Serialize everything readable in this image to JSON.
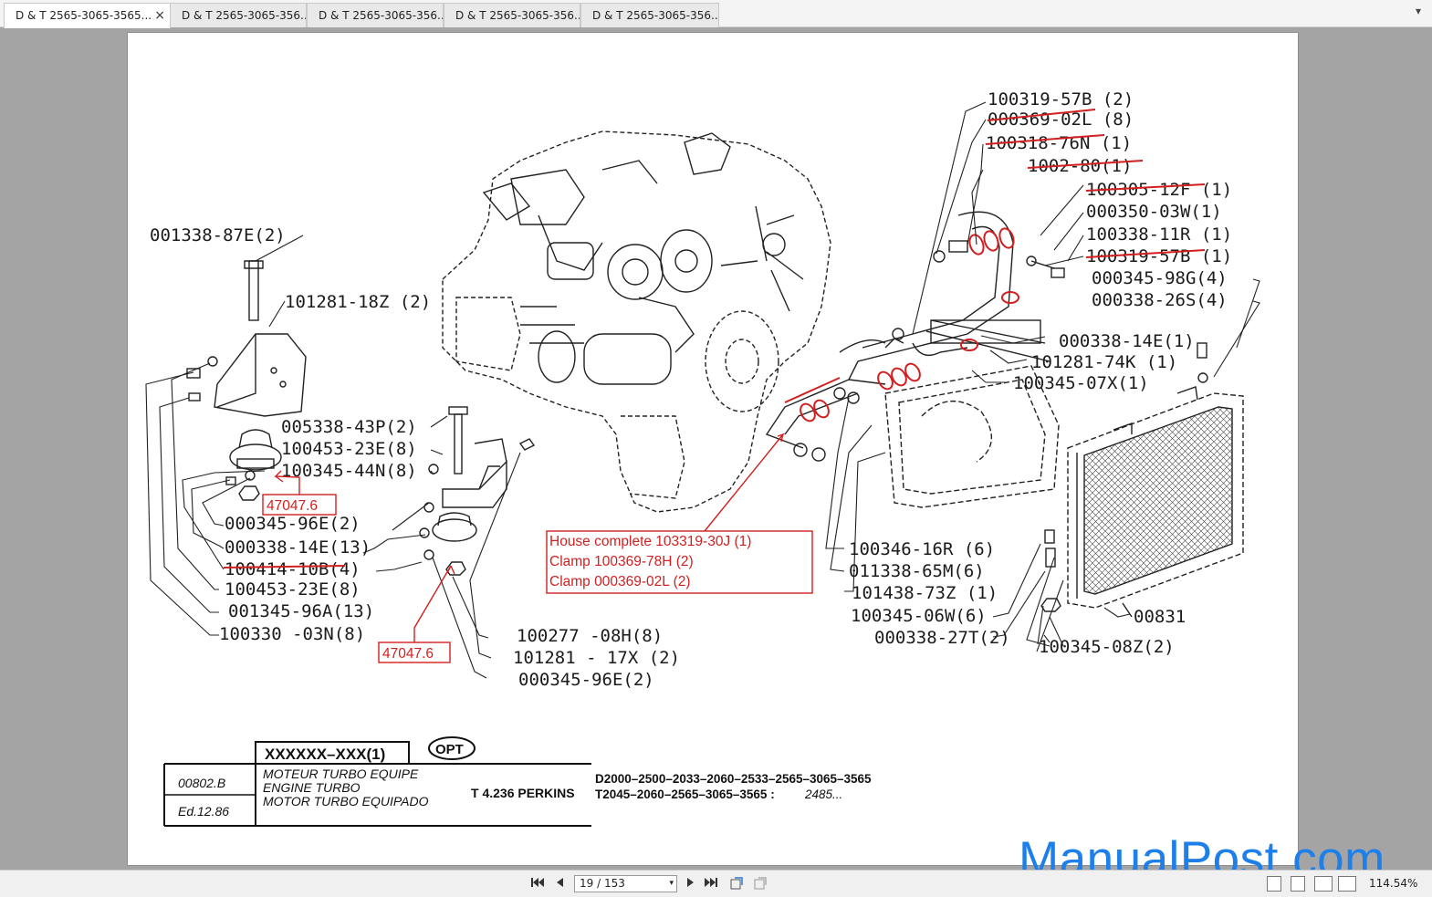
{
  "tabs": [
    {
      "label": "D & T 2565-3065-3565...",
      "active": true,
      "close": "×"
    },
    {
      "label": "D & T 2565-3065-356...",
      "active": false
    },
    {
      "label": "D & T 2565-3065-356...",
      "active": false
    },
    {
      "label": "D & T 2565-3065-356...",
      "active": false
    },
    {
      "label": "D & T 2565-3065-356...",
      "active": false
    }
  ],
  "window_menu_glyph": "▾",
  "diagram": {
    "part_labels_left": [
      "001338-87E(2)",
      "101281-18Z (2)",
      "005338-43P(2)",
      "100453-23E(8)",
      "100345-44N(8)",
      "000345-96E(2)",
      "000338-14E(13)",
      "100414-10B(4)",
      "100453-23E(8)",
      "001345-96A(13)",
      "100330 -03N(8)",
      "100277 -08H(8)",
      "101281 - 17X (2)",
      "000345-96E(2)"
    ],
    "part_labels_right": [
      "100319-57B (2)",
      "000369-02L (8)",
      "100318-76N (1)",
      "1002-80(1)",
      "100305-12F (1)",
      "000350-03W(1)",
      "100338-11R (1)",
      "100319-57B (1)",
      "000345-98G(4)",
      "000338-26S(4)",
      "000338-14E(1)",
      "101281-74K (1)",
      "100345-07X(1)",
      "100346-16R (6)",
      "011338-65M(6)",
      "101438-73Z (1)",
      "100345-06W(6)",
      "000338-27T(2)",
      "100345-08Z(2)",
      "00831"
    ],
    "annotation_left": "47047.6",
    "annotation_bottom": "47047.6",
    "note_lines": [
      "House complete 103319-30J (1)",
      "Clamp 100369-78H (2)",
      "Clamp 000369-02L (2)"
    ],
    "accent_red": "#d21f1f"
  },
  "title_block": {
    "ref_code": "XXXXXX–XXX(1)",
    "opt": "OPT",
    "doc_number": "00802.B",
    "edition": "Ed.12.86",
    "title_fr": "MOTEUR TURBO EQUIPE",
    "title_en": "ENGINE TURBO",
    "title_es": "MOTOR TURBO EQUIPADO",
    "engine": "T 4.236 PERKINS",
    "models_line1": "D2000–2500–2033–2060–2533–2565–3065–3565",
    "models_line2_prefix": "T2045–2060–2565–3065–3565 :",
    "models_line2_value": "2485..."
  },
  "watermark": "ManualPost.com",
  "toolbar": {
    "first_icon": "first-page-icon",
    "prev_icon": "prev-page-icon",
    "page_indicator": "19 / 153",
    "dropdown_glyph": "▾",
    "next_icon": "next-page-icon",
    "last_icon": "last-page-icon",
    "zoom": "114.54%"
  }
}
